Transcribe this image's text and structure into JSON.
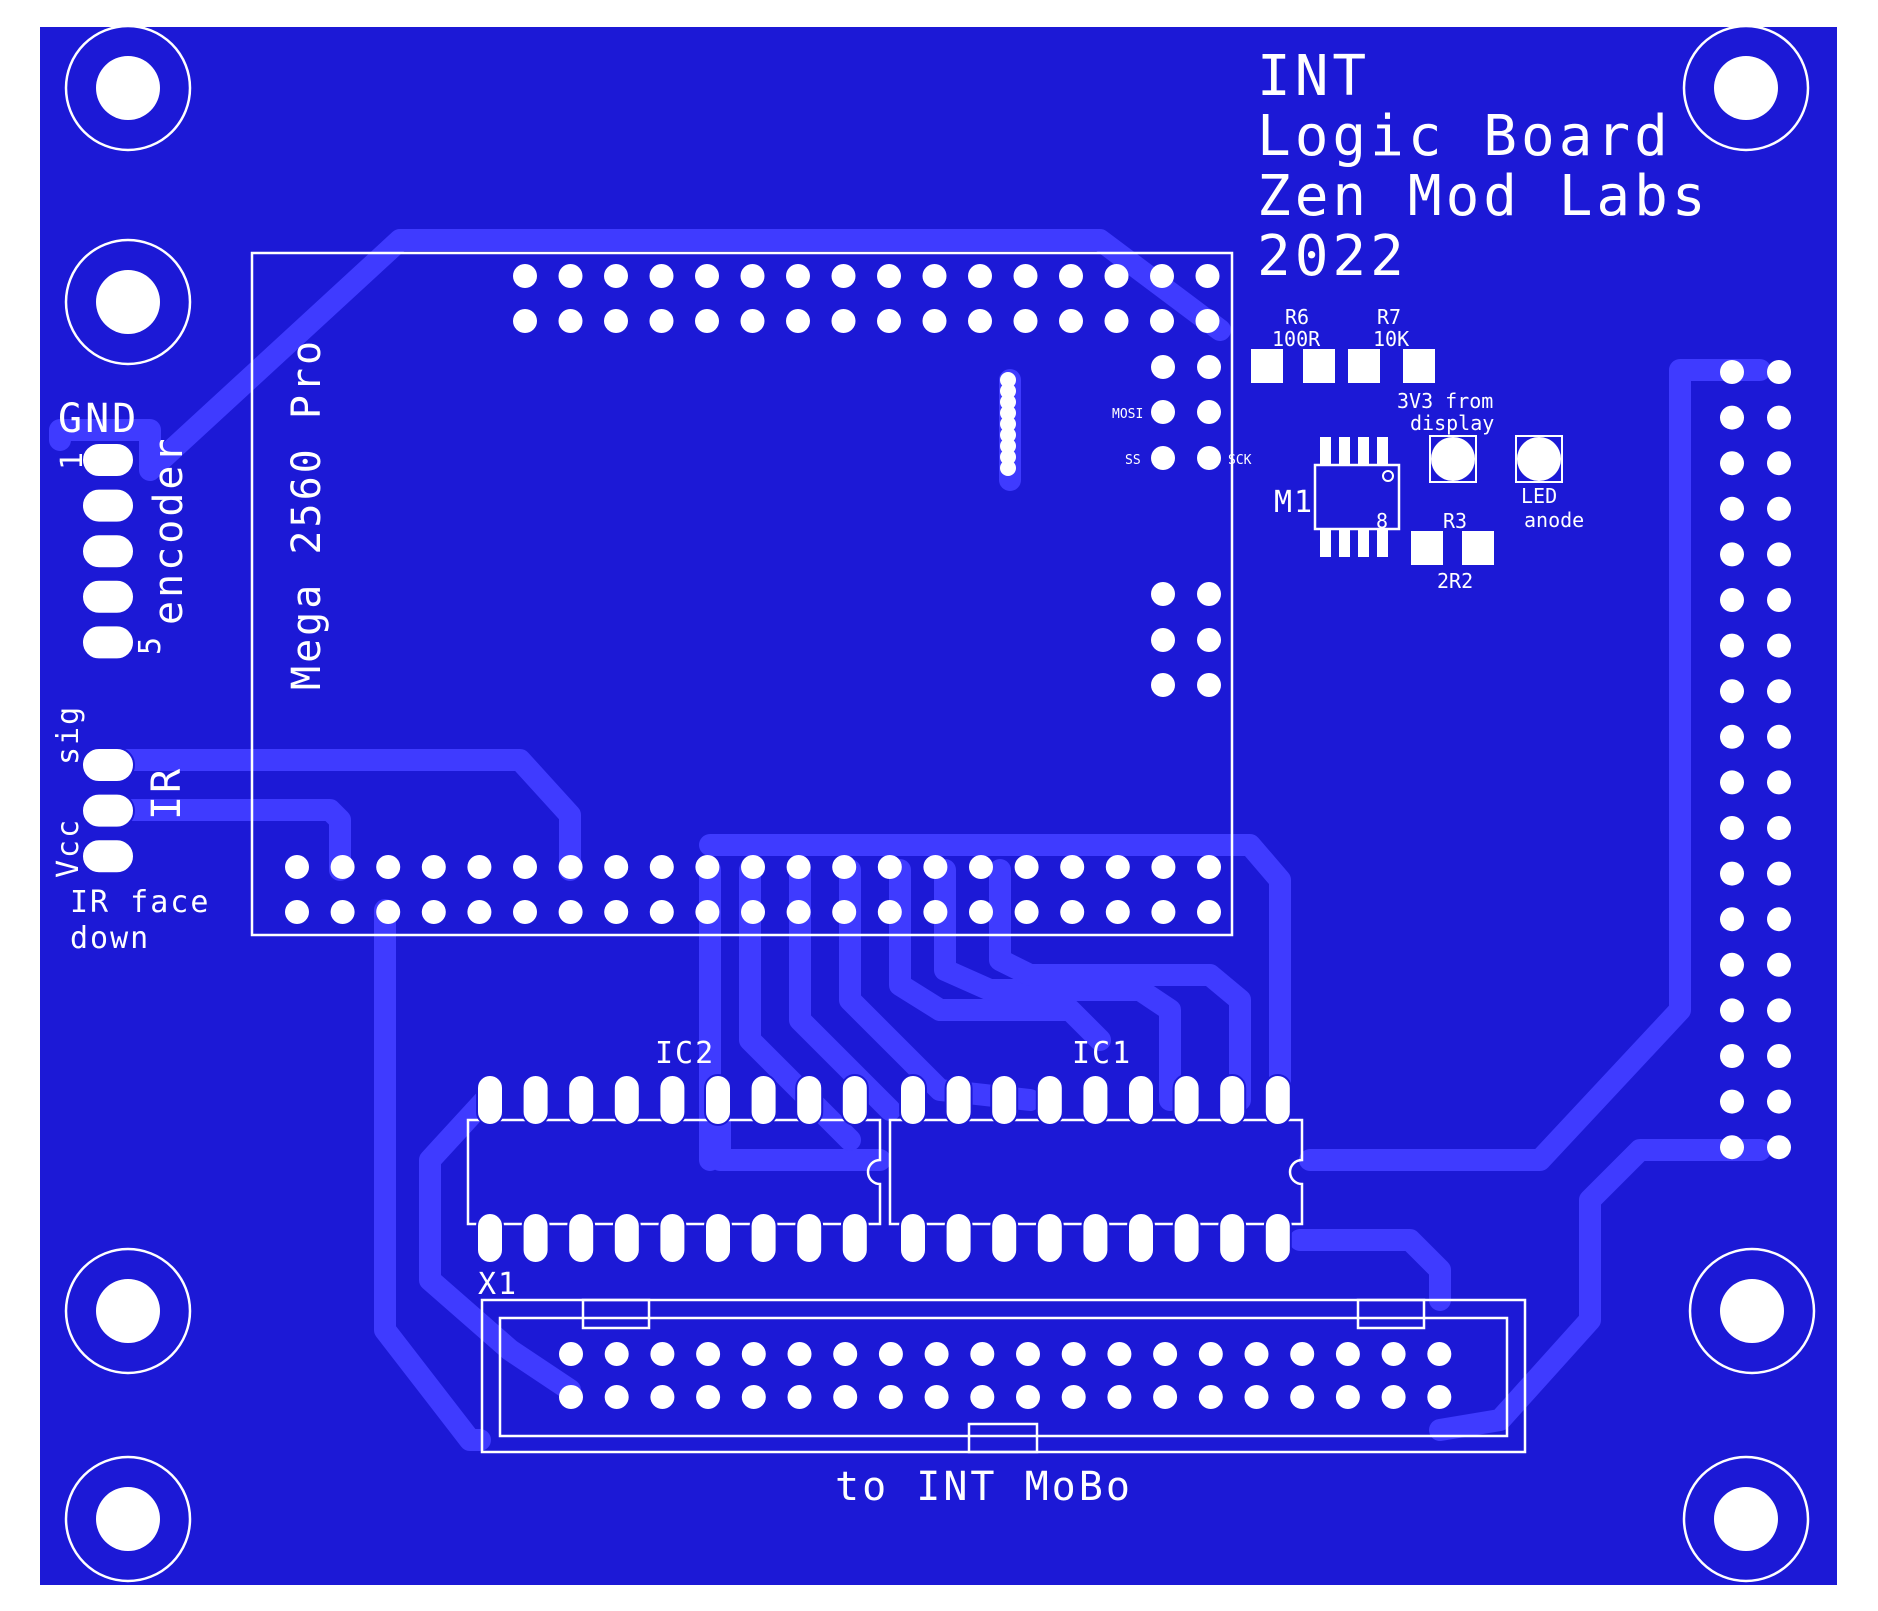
{
  "colors": {
    "board": "#1c19d6",
    "trace": "#3f3bff",
    "silk": "#ffffff",
    "outline": "#ffffff"
  },
  "board_title": {
    "line1": "INT",
    "line2": "Logic Board",
    "line3": "Zen Mod Labs",
    "line4": "2022"
  },
  "module_label": "Mega 2560 Pro",
  "header_labels": {
    "gnd": "GND",
    "encoder": "encoder",
    "pin1": "1",
    "pin5": "5",
    "sig": "sig",
    "vcc": "Vcc",
    "ir": "IR",
    "ir_note_line1": "IR face",
    "ir_note_line2": "down"
  },
  "spi_labels": {
    "mosi": "MOSI",
    "ss": "SS",
    "sck": "SCK"
  },
  "components": {
    "r6_ref": "R6",
    "r6_value": "100R",
    "r7_ref": "R7",
    "r7_value": "10K",
    "r3_ref": "R3",
    "r3_value": "2R2",
    "m1_ref": "M1",
    "m1_pin8": "8",
    "power_note_line1": "3V3 from",
    "power_note_line2": "display",
    "led_note_line1": "LED",
    "led_note_line2": "anode",
    "ic1_ref": "IC1",
    "ic2_ref": "IC2",
    "x1_ref": "X1"
  },
  "connector_label": "to INT MoBo",
  "icons": {
    "mounting_hole": "mounting-hole-icon",
    "through_hole_pad": "pad-icon"
  }
}
